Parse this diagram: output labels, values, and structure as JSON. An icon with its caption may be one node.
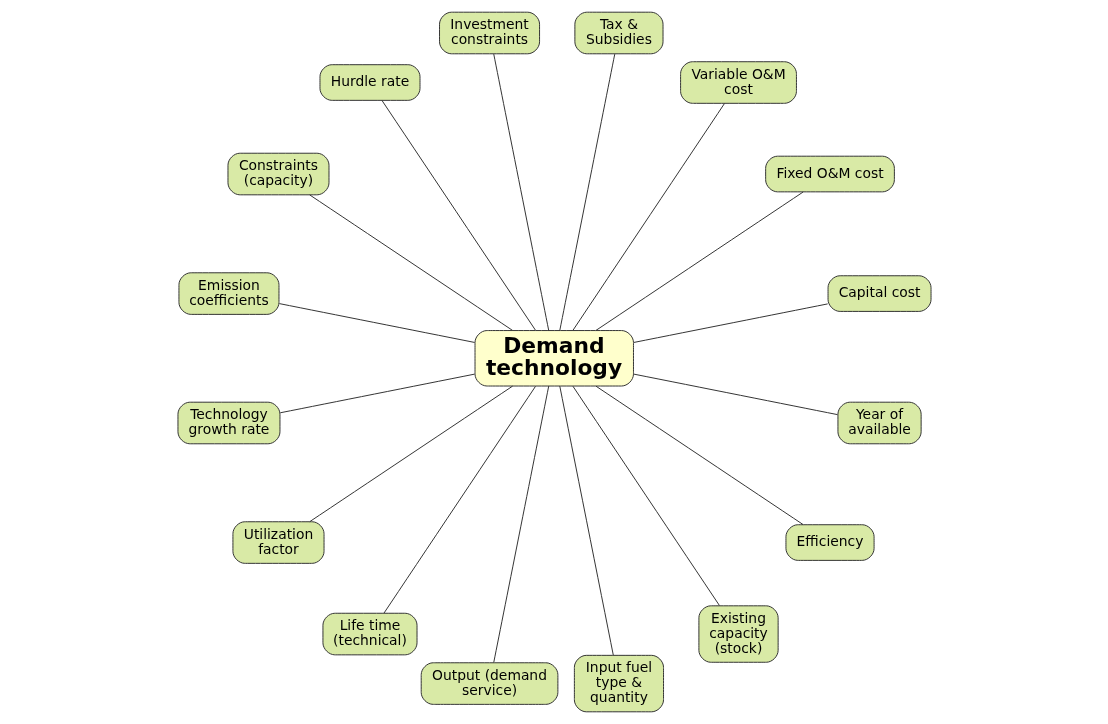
{
  "diagram": {
    "nodes": [
      {
        "text": [
          "Demand technology"
        ]
      },
      {
        "text": [
          "Capital cost"
        ]
      },
      {
        "text": [
          "Fixed O&M cost"
        ]
      },
      {
        "text": [
          "Variable O&M cost"
        ]
      },
      {
        "text": [
          "Tax & Subsidies"
        ]
      },
      {
        "text": [
          "Investment constraints"
        ]
      },
      {
        "text": [
          "Hurdle rate"
        ]
      },
      {
        "text": [
          "Constraints (capacity)"
        ]
      },
      {
        "text": [
          "Emission coefficients"
        ]
      },
      {
        "text": [
          "Technology growth rate"
        ]
      },
      {
        "text": [
          "Utilization factor"
        ]
      },
      {
        "text": [
          "Life time (technical)"
        ]
      },
      {
        "text": [
          "Output (demand service)"
        ]
      },
      {
        "text": [
          "Input fuel type & quantity"
        ]
      },
      {
        "text": [
          "Existing capacity (stock)"
        ]
      },
      {
        "text": [
          "Efficiency"
        ]
      },
      {
        "text": [
          "Year of available"
        ]
      }
    ],
    "edges": [
      {
        "from": 0,
        "to": 1,
        "arrow": "none"
      },
      {
        "from": 0,
        "to": 2,
        "arrow": "none"
      },
      {
        "from": 0,
        "to": 3,
        "arrow": "none"
      },
      {
        "from": 0,
        "to": 4,
        "arrow": "none"
      },
      {
        "from": 0,
        "to": 5,
        "arrow": "none"
      },
      {
        "from": 0,
        "to": 6,
        "arrow": "none"
      },
      {
        "from": 0,
        "to": 7,
        "arrow": "none"
      },
      {
        "from": 0,
        "to": 8,
        "arrow": "none"
      },
      {
        "from": 0,
        "to": 9,
        "arrow": "none"
      },
      {
        "from": 0,
        "to": 10,
        "arrow": "none"
      },
      {
        "from": 0,
        "to": 11,
        "arrow": "none"
      },
      {
        "from": 0,
        "to": 12,
        "arrow": "none"
      },
      {
        "from": 0,
        "to": 13,
        "arrow": "none"
      },
      {
        "from": 0,
        "to": 14,
        "arrow": "none"
      },
      {
        "from": 0,
        "to": 15,
        "arrow": "none"
      },
      {
        "from": 0,
        "to": 16,
        "arrow": "none"
      }
    ]
  }
}
